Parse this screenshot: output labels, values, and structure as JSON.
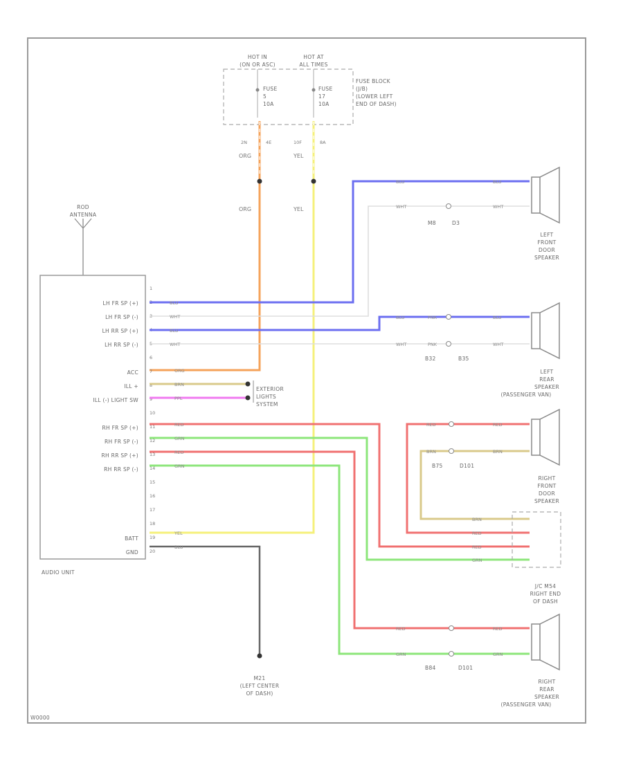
{
  "fuse_block": {
    "hot1": [
      "HOT IN",
      "(ON OR ASC)"
    ],
    "hot2": [
      "HOT AT",
      "ALL TIMES"
    ],
    "fuse1": [
      "FUSE",
      "5",
      "10A"
    ],
    "fuse2": [
      "FUSE",
      "17",
      "10A"
    ],
    "desc": [
      "FUSE BLOCK",
      "(J/B)",
      "(LOWER LEFT",
      "END OF DASH)"
    ],
    "pins_left": [
      "2N",
      "4E"
    ],
    "pins_right": [
      "10F",
      "8A"
    ]
  },
  "wires": {
    "org": "ORG",
    "yel": "YEL",
    "blu": "BLU",
    "wht": "WHT",
    "pnk": "PNK",
    "grn": "GRN",
    "red": "RED",
    "ppl": "PPL",
    "brn": "BRN"
  },
  "antenna": [
    "ROD",
    "ANTENNA"
  ],
  "audio_unit": {
    "name": "AUDIO UNIT",
    "labels": [
      "LH FR SP (+)",
      "LH FR SP (-)",
      "LH RR SP (+)",
      "LH RR SP (-)",
      "ACC",
      "ILL +",
      "ILL (-) LIGHT SW",
      "RH FR SP (+)",
      "RH FR SP (-)",
      "RH RR SP (+)",
      "RH RR SP (-)",
      "BATT",
      "GND"
    ],
    "pins": [
      "1",
      "2",
      "3",
      "4",
      "5",
      "6",
      "7",
      "8",
      "9",
      "10",
      "11",
      "12",
      "13",
      "14",
      "15",
      "16",
      "17",
      "18",
      "19",
      "20"
    ]
  },
  "exterior_lights": [
    "EXTERIOR",
    "LIGHTS",
    "SYSTEM"
  ],
  "speakers": {
    "lf": [
      "LEFT",
      "FRONT",
      "DOOR",
      "SPEAKER"
    ],
    "lr": [
      "LEFT",
      "REAR",
      "SPEAKER",
      "(PASSENGER VAN)"
    ],
    "rf": [
      "RIGHT",
      "FRONT",
      "DOOR",
      "SPEAKER"
    ],
    "rr": [
      "RIGHT",
      "REAR",
      "SPEAKER",
      "(PASSENGER VAN)"
    ]
  },
  "connectors": {
    "lf": [
      "M8",
      "D3"
    ],
    "lr": [
      "B32",
      "B35"
    ],
    "rf": [
      "B75",
      "D101"
    ],
    "rr": [
      "B84",
      "D101"
    ]
  },
  "jc": [
    "J/C M54",
    "RIGHT END",
    "OF DASH"
  ],
  "ground": [
    "M21",
    "(LEFT CENTER",
    "OF DASH)"
  ],
  "footer": "W0000"
}
